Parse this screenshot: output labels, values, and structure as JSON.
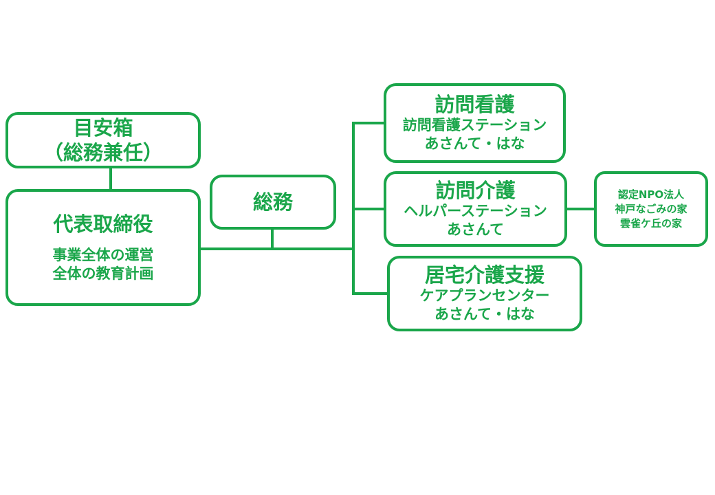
{
  "diagram": {
    "meyasu_box": {
      "title": "目安箱",
      "subtitle": "（総務兼任）"
    },
    "ceo_box": {
      "title": "代表取締役",
      "line1": "事業全体の運営",
      "line2": "全体の教育計画"
    },
    "soumu_box": {
      "title": "総務"
    },
    "houmon_kango_box": {
      "title": "訪問看護",
      "line1": "訪問看護ステーション",
      "line2": "あさんて・はな"
    },
    "houmon_kaigo_box": {
      "title": "訪問介護",
      "line1": "ヘルパーステーション",
      "line2": "あさんて"
    },
    "kyotaku_box": {
      "title": "居宅介護支援",
      "line1": "ケアプランセンター",
      "line2": "あさんて・はな"
    },
    "npo_box": {
      "line1": "認定NPO法人",
      "line2": "神戸なごみの家",
      "line3": "雲雀ケ丘の家"
    }
  },
  "colors": {
    "accent": "#1aa64a",
    "background": "#ffffff"
  }
}
